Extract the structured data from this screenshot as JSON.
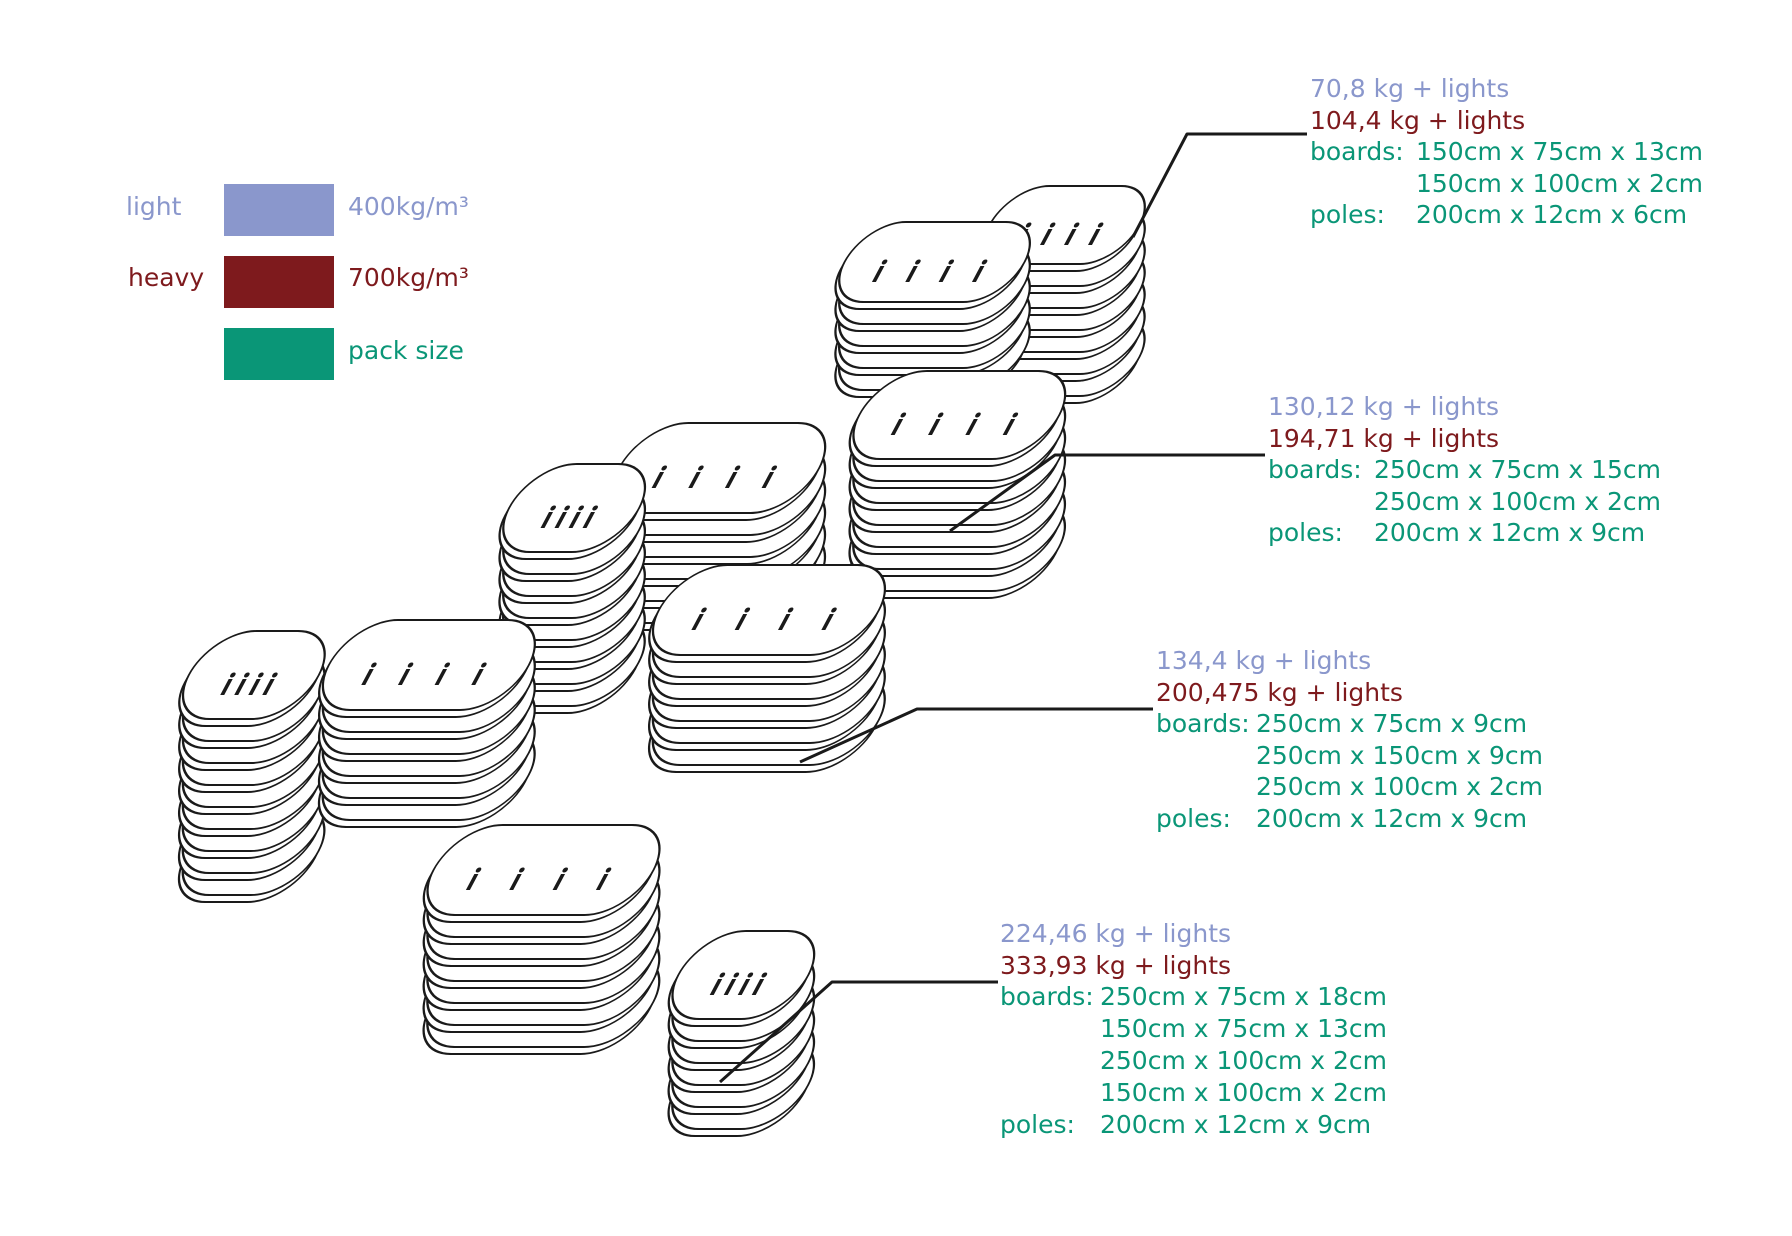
{
  "legend": {
    "light": {
      "label": "light",
      "density": "400kg/m³",
      "color": "#8a97cc"
    },
    "heavy": {
      "label": "heavy",
      "density": "700kg/m³",
      "color": "#7e1a1d"
    },
    "pack": {
      "label": "pack size",
      "color": "#0a9677"
    }
  },
  "configs": [
    {
      "light": "70,8 kg + lights",
      "heavy": "104,4 kg + lights",
      "boards": [
        "150cm x 75cm x 13cm",
        "150cm x 100cm x 2cm"
      ],
      "poles": [
        "200cm x 12cm x 6cm"
      ]
    },
    {
      "light": "130,12 kg + lights",
      "heavy": "194,71 kg + lights",
      "boards": [
        "250cm x 75cm x 15cm",
        "250cm x 100cm x 2cm"
      ],
      "poles": [
        "200cm x 12cm x 9cm"
      ]
    },
    {
      "light": "134,4 kg + lights",
      "heavy": "200,475 kg + lights",
      "boards": [
        "250cm x 75cm x 9cm",
        "250cm x 150cm x 9cm",
        "250cm x 100cm x 2cm"
      ],
      "poles": [
        "200cm x 12cm x 9cm"
      ]
    },
    {
      "light": "224,46 kg + lights",
      "heavy": "333,93 kg + lights",
      "boards": [
        "250cm x 75cm x 18cm",
        "150cm x 75cm x 13cm",
        "250cm x 100cm x 2cm",
        "150cm x 100cm x 2cm"
      ],
      "poles": [
        "200cm x 12cm x 9cm"
      ]
    }
  ],
  "labels": {
    "boards": "boards:",
    "poles": "poles:"
  }
}
